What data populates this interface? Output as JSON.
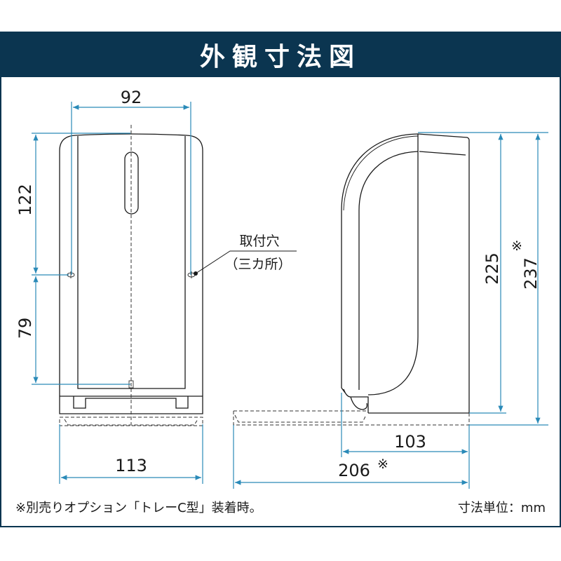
{
  "title": "外観寸法図",
  "front_view": {
    "width_inner": "92",
    "height_upper": "122",
    "height_lower": "79",
    "width_total": "113",
    "mount_hole_label": "取付穴",
    "mount_hole_count": "（三カ所）"
  },
  "side_view": {
    "height_body": "225",
    "height_with_tray": "237",
    "height_with_tray_mark": "※",
    "depth_body": "103",
    "depth_with_tray": "206",
    "depth_with_tray_mark": "※"
  },
  "footnote": "※別売りオプション「トレーC型」装着時。",
  "unit_note": "寸法単位：mm",
  "colors": {
    "header": "#0b3550",
    "dimension": "#2a8ab8"
  }
}
